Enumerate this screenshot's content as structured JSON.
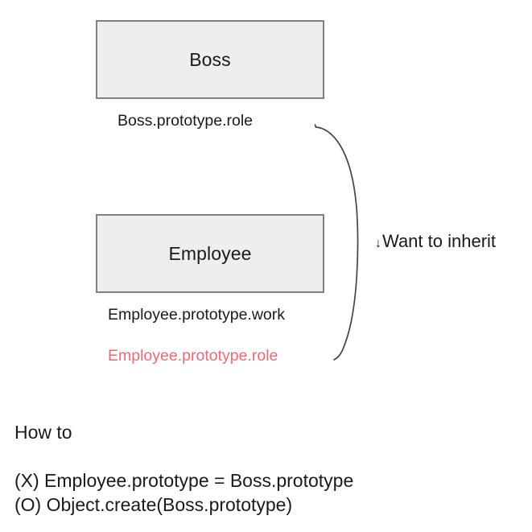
{
  "diagram": {
    "title_absent": true,
    "nodes": [
      {
        "id": "boss",
        "label": "Boss",
        "property_label": "Boss.prototype.role",
        "property_color": "#1a1a1a"
      },
      {
        "id": "employee",
        "label": "Employee",
        "property_labels": [
          {
            "text": "Employee.prototype.work",
            "color": "#1a1a1a"
          },
          {
            "text": "Employee.prototype.role",
            "color": "#e8697a"
          }
        ]
      }
    ],
    "annotation": {
      "arrow_icon": "↓",
      "text": "Want to inherit"
    },
    "colors": {
      "box_fill": "#eeeeee",
      "box_border": "#808080",
      "text": "#1a1a1a",
      "highlight": "#e8697a",
      "brace_stroke": "#444444",
      "background": "#ffffff"
    }
  },
  "howto": {
    "heading": "How to",
    "lines": [
      "(X) Employee.prototype = Boss.prototype",
      "(O) Object.create(Boss.prototype)"
    ]
  }
}
